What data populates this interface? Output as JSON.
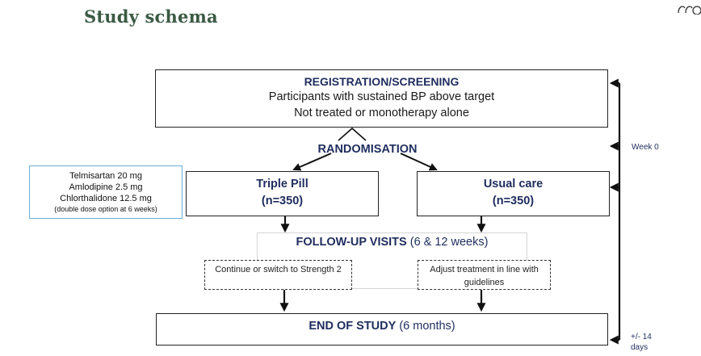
{
  "header": {
    "title": "Study schema"
  },
  "registration": {
    "heading": "REGISTRATION/SCREENING",
    "line1": "Participants with sustained BP above target",
    "line2": "Not treated or monotherapy alone"
  },
  "randomisation": {
    "label": "RANDOMISATION"
  },
  "drug_box": {
    "line1": "Telmisartan 20 mg",
    "line2": "Amlodipine 2.5 mg",
    "line3": "Chlorthalidone 12.5 mg",
    "note": "(double dose option at 6 weeks)"
  },
  "arms": [
    {
      "title": "Triple Pill",
      "n": "(n=350)"
    },
    {
      "title": "Usual care",
      "n": "(n=350)"
    }
  ],
  "followup": {
    "label": "FOLLOW-UP VISITS",
    "timing": " (6 & 12 weeks)"
  },
  "actions": [
    {
      "text": "Continue or switch to Strength 2"
    },
    {
      "text": "Adjust treatment in line with guidelines"
    }
  ],
  "end": {
    "label": "END OF STUDY",
    "timing": " (6 months)"
  },
  "timeline": {
    "week0": "Week 0",
    "window": "+/- 14 days"
  },
  "colors": {
    "title": "#3b5a44",
    "navy": "#1f2d5e",
    "drug_border": "#6aaed6"
  }
}
